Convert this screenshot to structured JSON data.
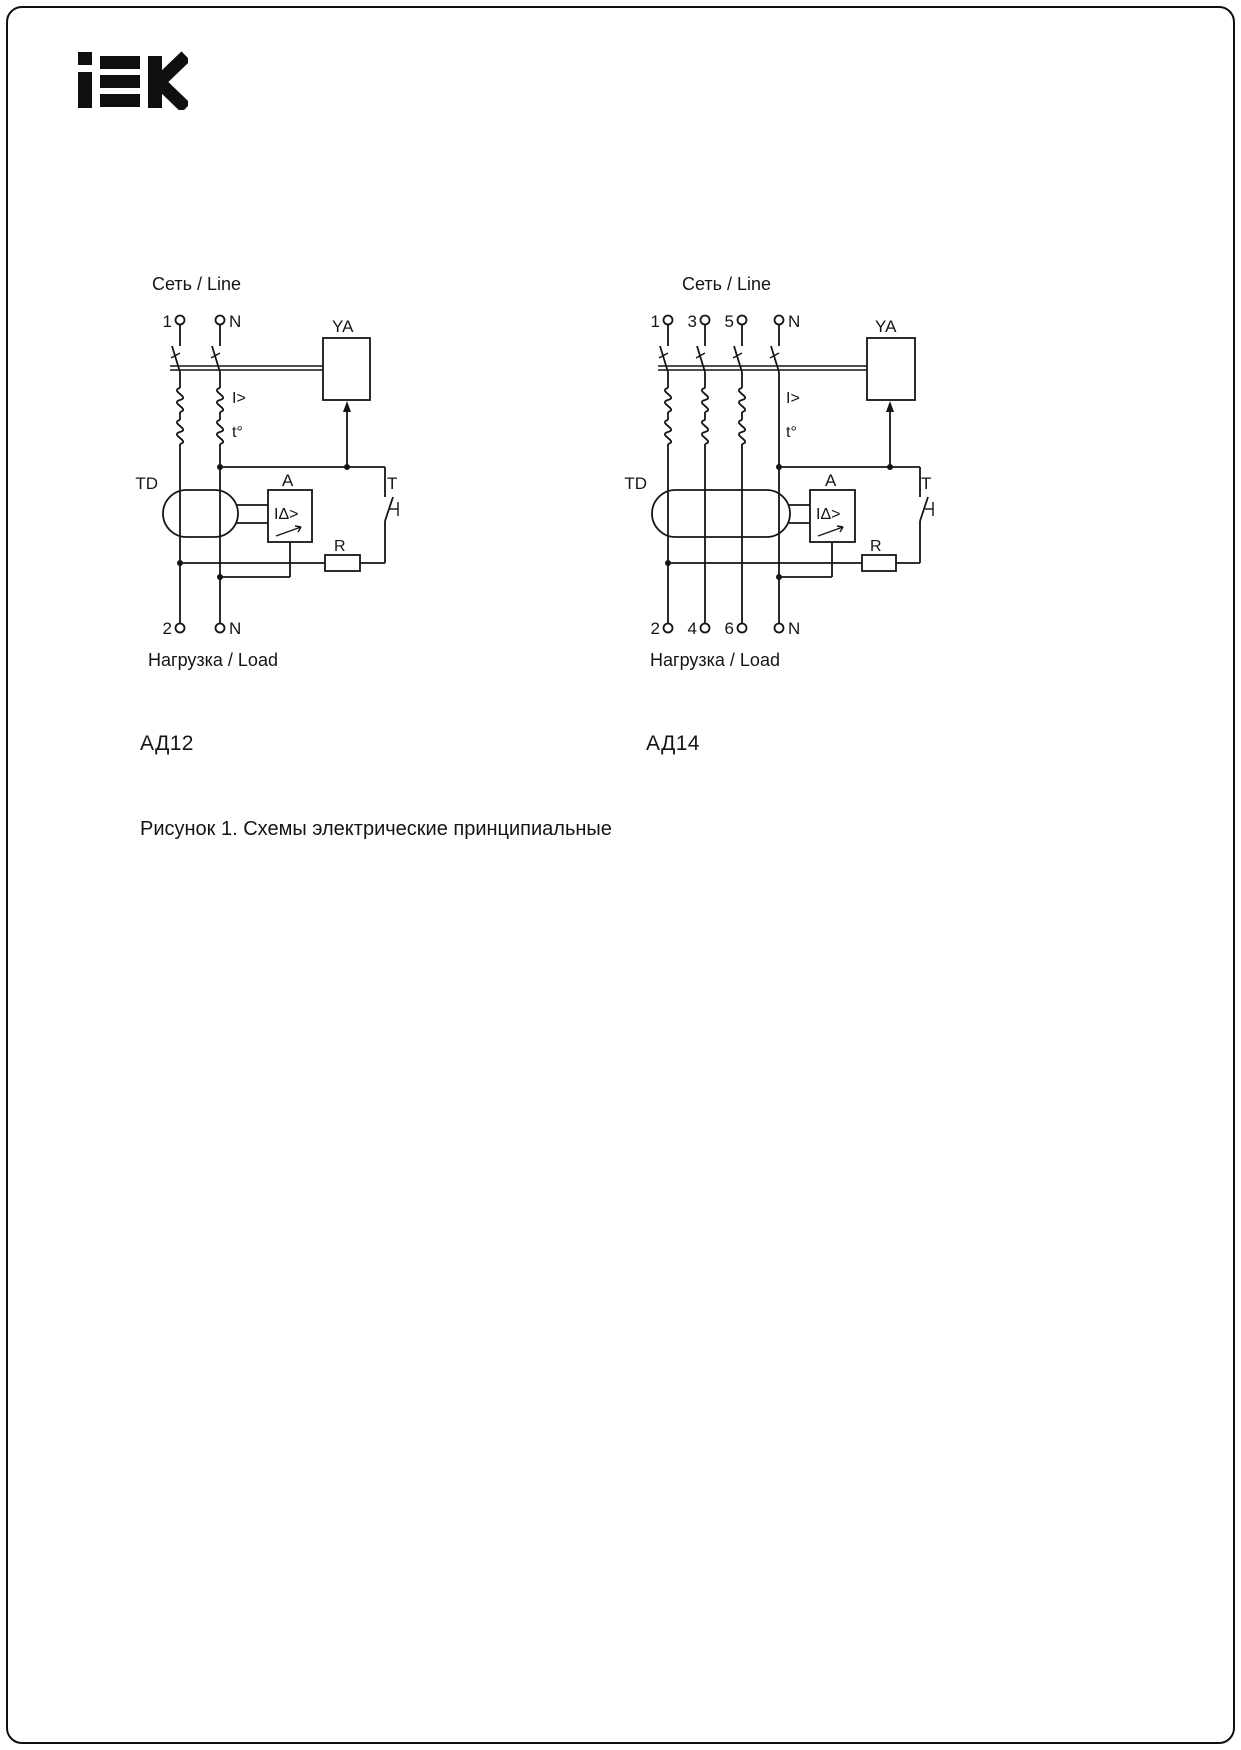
{
  "page": {
    "logo_text": "iEK",
    "caption": "Рисунок 1. Схемы электрические принципиальные"
  },
  "diagrams": [
    {
      "title": "АД12",
      "line_label": "Сеть / Line",
      "load_label": "Нагрузка / Load",
      "top_terminals": [
        "1",
        "N"
      ],
      "bottom_terminals": [
        "2",
        "N"
      ],
      "components": {
        "trip_coil": "YA",
        "overcurrent": "I>",
        "thermal": "t°",
        "transformer": "TD",
        "amplifier": "A",
        "differential_threshold": "IΔ>",
        "test_button": "T",
        "resistor": "R"
      }
    },
    {
      "title": "АД14",
      "line_label": "Сеть / Line",
      "load_label": "Нагрузка / Load",
      "top_terminals": [
        "1",
        "3",
        "5",
        "N"
      ],
      "bottom_terminals": [
        "2",
        "4",
        "6",
        "N"
      ],
      "components": {
        "trip_coil": "YA",
        "overcurrent": "I>",
        "thermal": "t°",
        "transformer": "TD",
        "amplifier": "A",
        "differential_threshold": "IΔ>",
        "test_button": "T",
        "resistor": "R"
      }
    }
  ],
  "colors": {
    "ink": "#151515",
    "background": "#ffffff"
  }
}
